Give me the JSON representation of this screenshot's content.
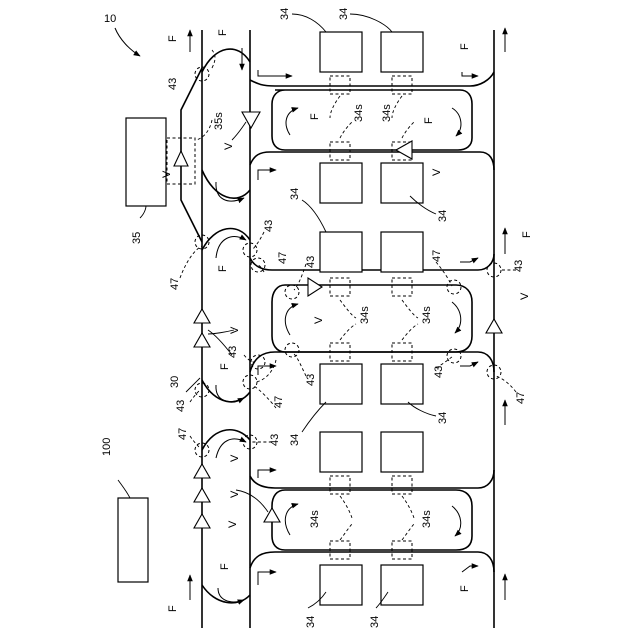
{
  "refs": {
    "system": "10",
    "controller": "100",
    "host": "35",
    "host_sub": "35s",
    "rail_main": "30",
    "station": "34",
    "station_sub": "34s",
    "node": "43",
    "node_alt": "47"
  },
  "marks": {
    "flow": "F",
    "vehicle": "V"
  }
}
